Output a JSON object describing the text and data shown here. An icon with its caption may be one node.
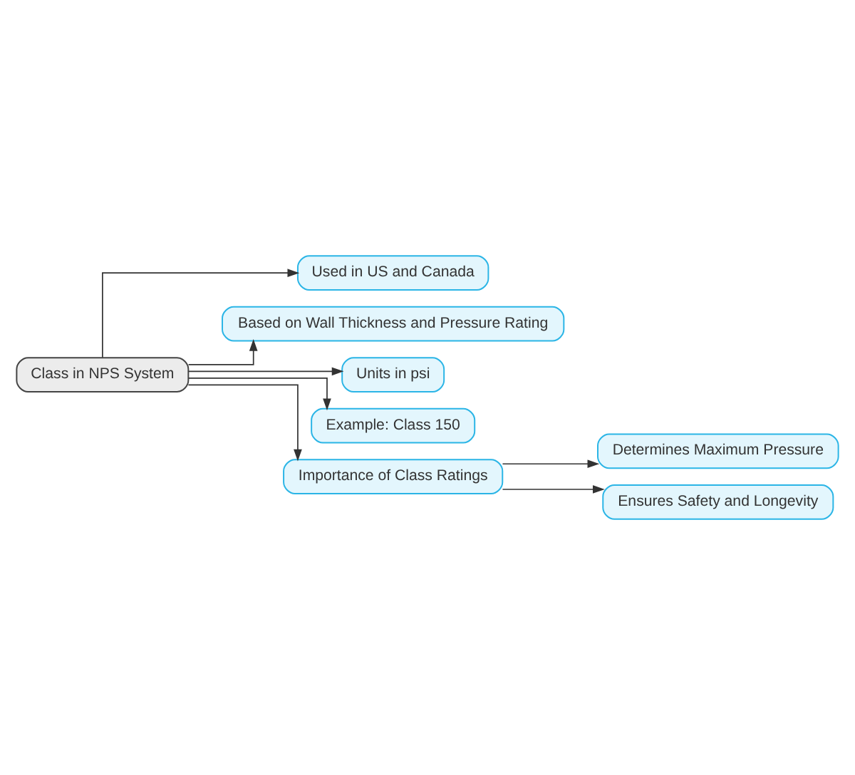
{
  "diagram": {
    "nodes": [
      {
        "text": [
          "Class in NPS System"
        ]
      },
      {
        "text": [
          "Used in US and Canada"
        ]
      },
      {
        "text": [
          "Based on Wall Thickness and Pressure Rating"
        ]
      },
      {
        "text": [
          "Units in psi"
        ]
      },
      {
        "text": [
          "Example: Class 150"
        ]
      },
      {
        "text": [
          "Importance of Class Ratings"
        ]
      },
      {
        "text": [
          "Determines Maximum Pressure"
        ]
      },
      {
        "text": [
          "Ensures Safety and Longevity"
        ]
      }
    ],
    "edges": [
      {
        "from": 0,
        "to": 1,
        "arrow": "to"
      },
      {
        "from": 0,
        "to": 2,
        "arrow": "to"
      },
      {
        "from": 0,
        "to": 3,
        "arrow": "to"
      },
      {
        "from": 0,
        "to": 4,
        "arrow": "to"
      },
      {
        "from": 0,
        "to": 5,
        "arrow": "to"
      },
      {
        "from": 5,
        "to": 6,
        "arrow": "to"
      },
      {
        "from": 5,
        "to": 7,
        "arrow": "to"
      }
    ]
  }
}
